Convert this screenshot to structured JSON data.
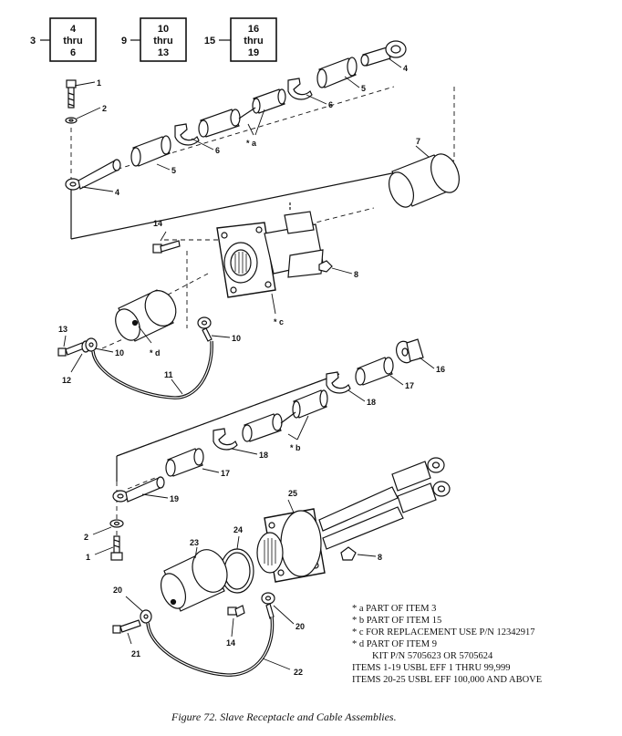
{
  "index_boxes": [
    {
      "ref": "3",
      "line1": "4",
      "line2": "thru",
      "line3": "6"
    },
    {
      "ref": "9",
      "line1": "10",
      "line2": "thru",
      "line3": "13"
    },
    {
      "ref": "15",
      "line1": "16",
      "line2": "thru",
      "line3": "19"
    }
  ],
  "callouts": {
    "c1_top": "1",
    "c2_top": "2",
    "c4_left": "4",
    "c5_left": "5",
    "c6_left": "6",
    "a_mark": "* a",
    "c6_right": "6",
    "c5_right": "5",
    "c4_right": "4",
    "c7": "7",
    "c14_top": "14",
    "c8_top": "8",
    "c_mark": "* c",
    "d_mark": "* d",
    "c13": "13",
    "c12": "12",
    "c10_left": "10",
    "c10_right": "10",
    "c11": "11",
    "c16": "16",
    "c17_right": "17",
    "c18_right": "18",
    "b_mark": "* b",
    "c18_left": "18",
    "c17_left": "17",
    "c19": "19",
    "c2_bottom": "2",
    "c1_bottom": "1",
    "c25": "25",
    "c8_bottom": "8",
    "c24": "24",
    "c23": "23",
    "c20_left": "20",
    "c20_right": "20",
    "c21": "21",
    "c14_bottom": "14",
    "c22": "22"
  },
  "notes": [
    "* a PART OF ITEM 3",
    "* b PART OF ITEM 15",
    "* c FOR REPLACEMENT USE  P/N 12342917",
    "* d PART OF ITEM  9",
    "KIT P/N 5705623 OR 5705624",
    "ITEMS 1-19 USBL EFF 1 THRU 99,999",
    "ITEMS 20-25 USBL EFF 100,000 AND ABOVE"
  ],
  "caption": "Figure 72.  Slave Receptacle and Cable Assemblies."
}
